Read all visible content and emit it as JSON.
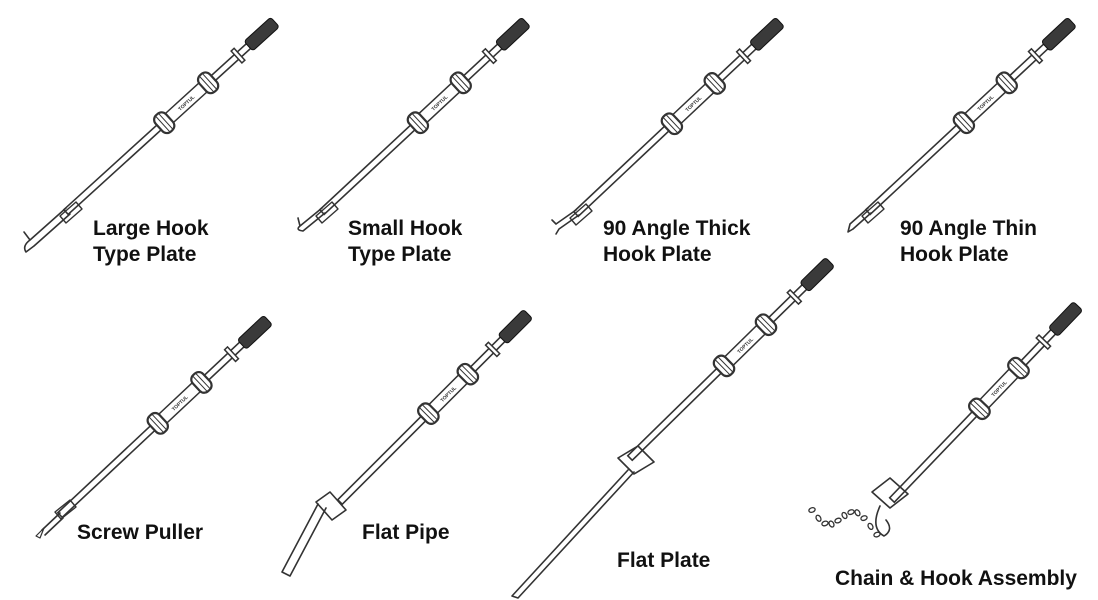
{
  "brand": "TOPTUL",
  "colors": {
    "line": "#333333",
    "grip": "#3a3a3a",
    "background": "#ffffff"
  },
  "tools": [
    {
      "lines": [
        "Large Hook",
        "Type Plate"
      ]
    },
    {
      "lines": [
        "Small Hook",
        "Type Plate"
      ]
    },
    {
      "lines": [
        "90 Angle Thick",
        "Hook Plate"
      ]
    },
    {
      "lines": [
        "90 Angle Thin",
        "Hook Plate"
      ]
    },
    {
      "lines": [
        "Screw Puller"
      ]
    },
    {
      "lines": [
        "Flat Pipe"
      ]
    },
    {
      "lines": [
        "Flat Plate"
      ]
    },
    {
      "lines": [
        "Chain & Hook Assembly"
      ]
    }
  ]
}
